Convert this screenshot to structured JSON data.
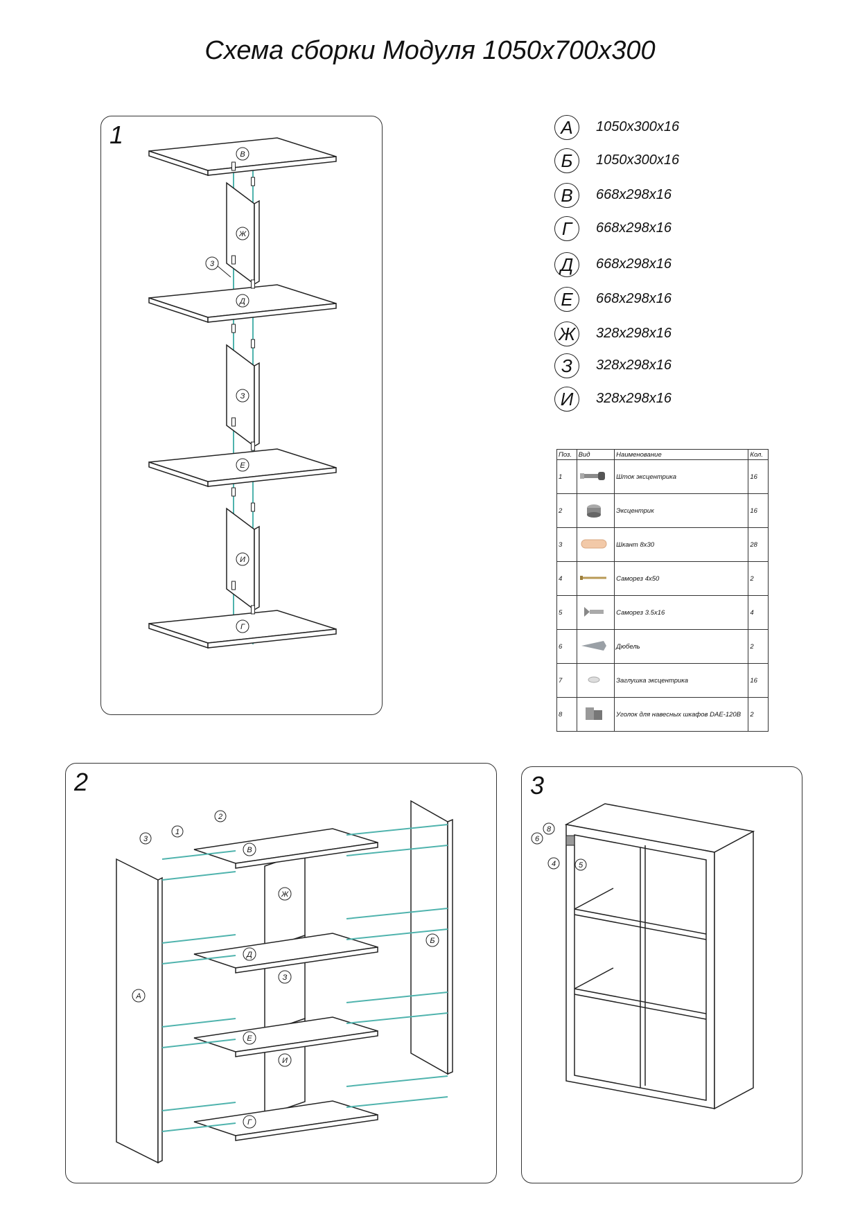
{
  "title": "Схема сборки Модуля 1050х700х300",
  "panels": {
    "p1": {
      "number": "1"
    },
    "p2": {
      "number": "2"
    },
    "p3": {
      "number": "3"
    }
  },
  "legend": [
    {
      "letter": "А",
      "dims": "1050х300х16"
    },
    {
      "letter": "Б",
      "dims": "1050х300х16"
    },
    {
      "letter": "В",
      "dims": "668х298х16"
    },
    {
      "letter": "Г",
      "dims": "668х298х16"
    },
    {
      "letter": "Д",
      "dims": "668х298х16"
    },
    {
      "letter": "Е",
      "dims": "668х298х16"
    },
    {
      "letter": "Ж",
      "dims": "328х298х16"
    },
    {
      "letter": "З",
      "dims": "328х298х16"
    },
    {
      "letter": "И",
      "dims": "328х298х16"
    }
  ],
  "parts_table": {
    "headers": {
      "pos": "Поз.",
      "view": "Вид",
      "name": "Наименование",
      "qty": "Кол."
    },
    "rows": [
      {
        "pos": "1",
        "icon": "cam-stem-icon",
        "name": "Шток эксцентрика",
        "qty": "16"
      },
      {
        "pos": "2",
        "icon": "cam-lock-icon",
        "name": "Эксцентрик",
        "qty": "16"
      },
      {
        "pos": "3",
        "icon": "dowel-icon",
        "name": "Шкант 8х30",
        "qty": "28"
      },
      {
        "pos": "4",
        "icon": "long-screw-icon",
        "name": "Саморез 4х50",
        "qty": "2"
      },
      {
        "pos": "5",
        "icon": "short-screw-icon",
        "name": "Саморез 3.5х16",
        "qty": "4"
      },
      {
        "pos": "6",
        "icon": "wall-plug-icon",
        "name": "Дюбель",
        "qty": "2"
      },
      {
        "pos": "7",
        "icon": "cam-cap-icon",
        "name": "Заглушка эксцентрика",
        "qty": "16"
      },
      {
        "pos": "8",
        "icon": "hanging-bracket-icon",
        "name": "Уголок для навесных шкафов DAE-120B",
        "qty": "2"
      }
    ]
  },
  "diagram1": {
    "shelf_labels": [
      "В",
      "Д",
      "Е",
      "Г"
    ],
    "divider_labels": [
      "Ж",
      "З",
      "И"
    ],
    "callout": "3"
  },
  "diagram2": {
    "side_labels": [
      "А",
      "Б"
    ],
    "shelf_labels": [
      "В",
      "Д",
      "Е",
      "Г"
    ],
    "divider_labels": [
      "Ж",
      "З",
      "И"
    ],
    "callouts": [
      "3",
      "1",
      "2"
    ]
  },
  "diagram3": {
    "callouts": [
      "8",
      "6",
      "4",
      "5"
    ]
  },
  "colors": {
    "fitting": "#4fb3ad",
    "line": "#222222",
    "dowel": "#f2c9a8"
  }
}
